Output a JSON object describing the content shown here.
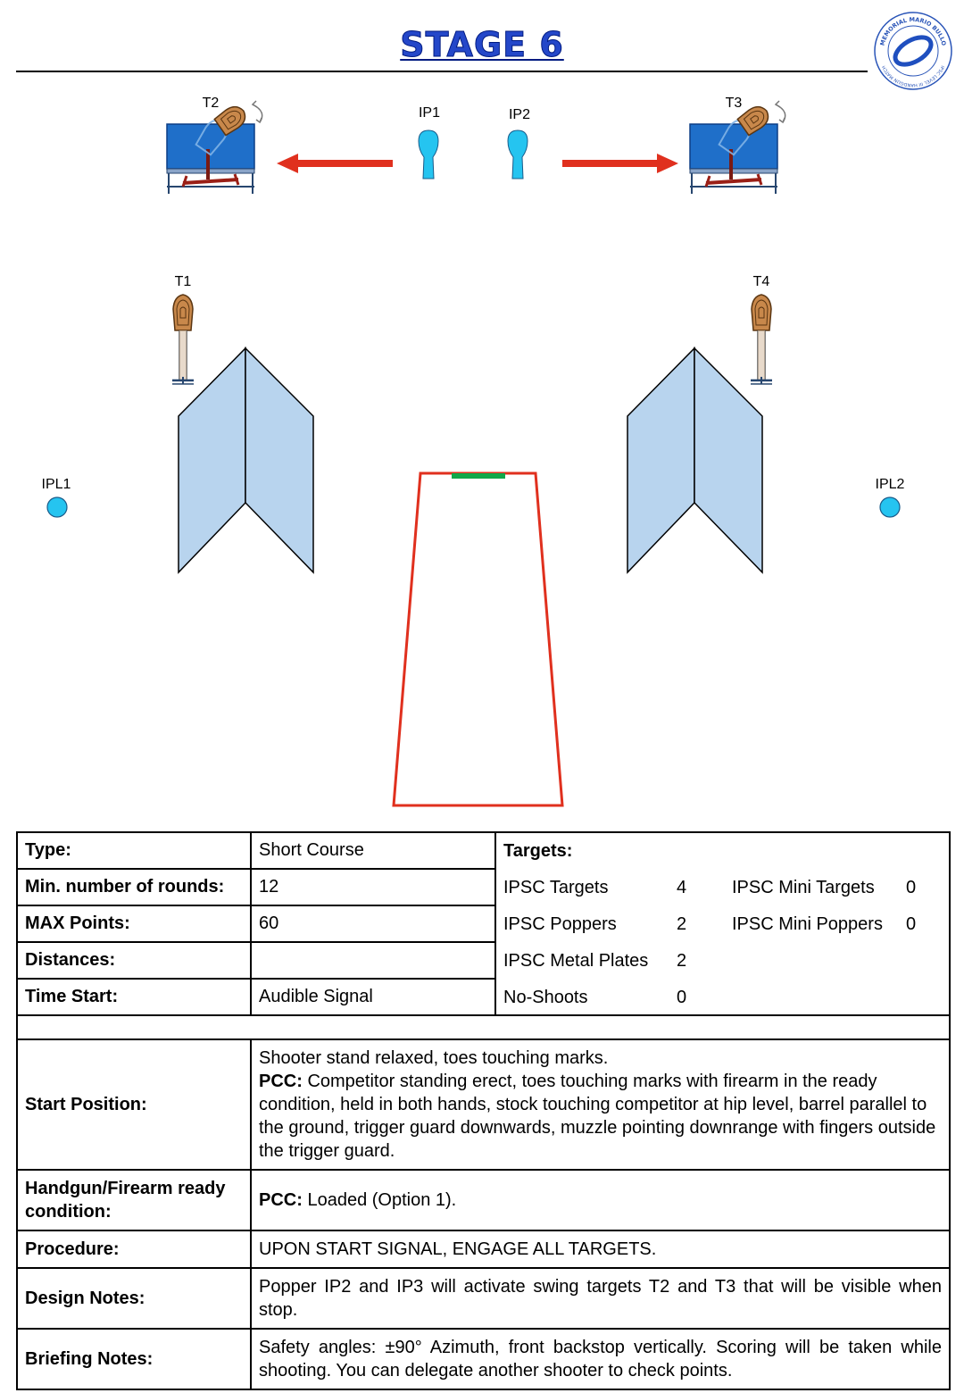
{
  "page": {
    "title": "STAGE 6"
  },
  "logo": {
    "ring_text": "MEMORIAL MARIO BULLO",
    "sub_text": "IPSC LEVEL III HANDGUN MATCH"
  },
  "diagram": {
    "labels": {
      "t1": "T1",
      "t2": "T2",
      "t3": "T3",
      "t4": "T4",
      "ip1": "IP1",
      "ip2": "IP2",
      "ipl1": "IPL1",
      "ipl2": "IPL2"
    },
    "colors": {
      "wall": "#b8d4ee",
      "swinger": "#1f6fc9",
      "popper": "#25c4f0",
      "arrow": "#e0301e",
      "shooting_box": "#e0301e",
      "fault_line": "#11a84a",
      "target": "#c8884b"
    }
  },
  "info": {
    "type_label": "Type:",
    "type_value": "Short Course",
    "rounds_label": "Min. number of rounds:",
    "rounds_value": "12",
    "points_label": "MAX Points:",
    "points_value": "60",
    "distances_label": "Distances:",
    "distances_value": "",
    "time_label": "Time Start:",
    "time_value": "Audible Signal",
    "targets_label": "Targets:",
    "targets": {
      "ipsc_targets_label": "IPSC Targets",
      "ipsc_targets_value": "4",
      "mini_targets_label": "IPSC Mini Targets",
      "mini_targets_value": "0",
      "poppers_label": "IPSC Poppers",
      "poppers_value": "2",
      "mini_poppers_label": "IPSC Mini Poppers",
      "mini_poppers_value": "0",
      "metal_plates_label": "IPSC Metal Plates",
      "metal_plates_value": "2",
      "no_shoots_label": "No-Shoots",
      "no_shoots_value": "0"
    },
    "start_label": "Start Position:",
    "start_line1": "Shooter stand relaxed, toes touching marks.",
    "start_pcc_label": "PCC:",
    "start_pcc_text": " Competitor standing erect, toes touching marks with firearm in the ready condition, held in both hands, stock touching competitor at hip level, barrel parallel to the ground, trigger guard downwards, muzzle pointing downrange with fingers outside the trigger guard.",
    "ready_label": "Handgun/Firearm ready condition:",
    "ready_pcc_label": "PCC:",
    "ready_pcc_text": " Loaded (Option 1).",
    "procedure_label": "Procedure:",
    "procedure_value": "UPON START SIGNAL, ENGAGE ALL TARGETS.",
    "design_label": "Design Notes:",
    "design_value": "Popper IP2 and IP3 will activate swing targets T2 and T3 that will be visible when stop.",
    "briefing_label": "Briefing Notes:",
    "briefing_value": "Safety angles: ±90° Azimuth, front backstop vertically. Scoring will be taken while shooting. You can delegate another shooter to check points."
  }
}
